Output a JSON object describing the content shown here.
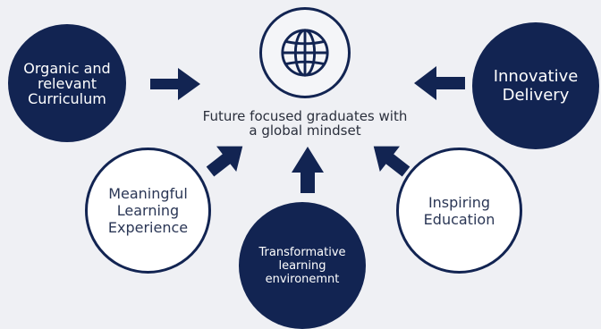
{
  "center": {
    "text": "Future focused graduates with\na global mindset",
    "icon": "globe-icon"
  },
  "nodes": {
    "organic": "Organic and\nrelevant\nCurriculum",
    "innovative": "Innovative\nDelivery",
    "meaningful": "Meaningful\nLearning\nExperience",
    "inspiring": "Inspiring\nEducation",
    "transformative": "Transformative\nlearning\nenvironemnt"
  },
  "colors": {
    "navy": "#122452",
    "background": "#eff0f4",
    "outline_fill": "#ffffff"
  }
}
